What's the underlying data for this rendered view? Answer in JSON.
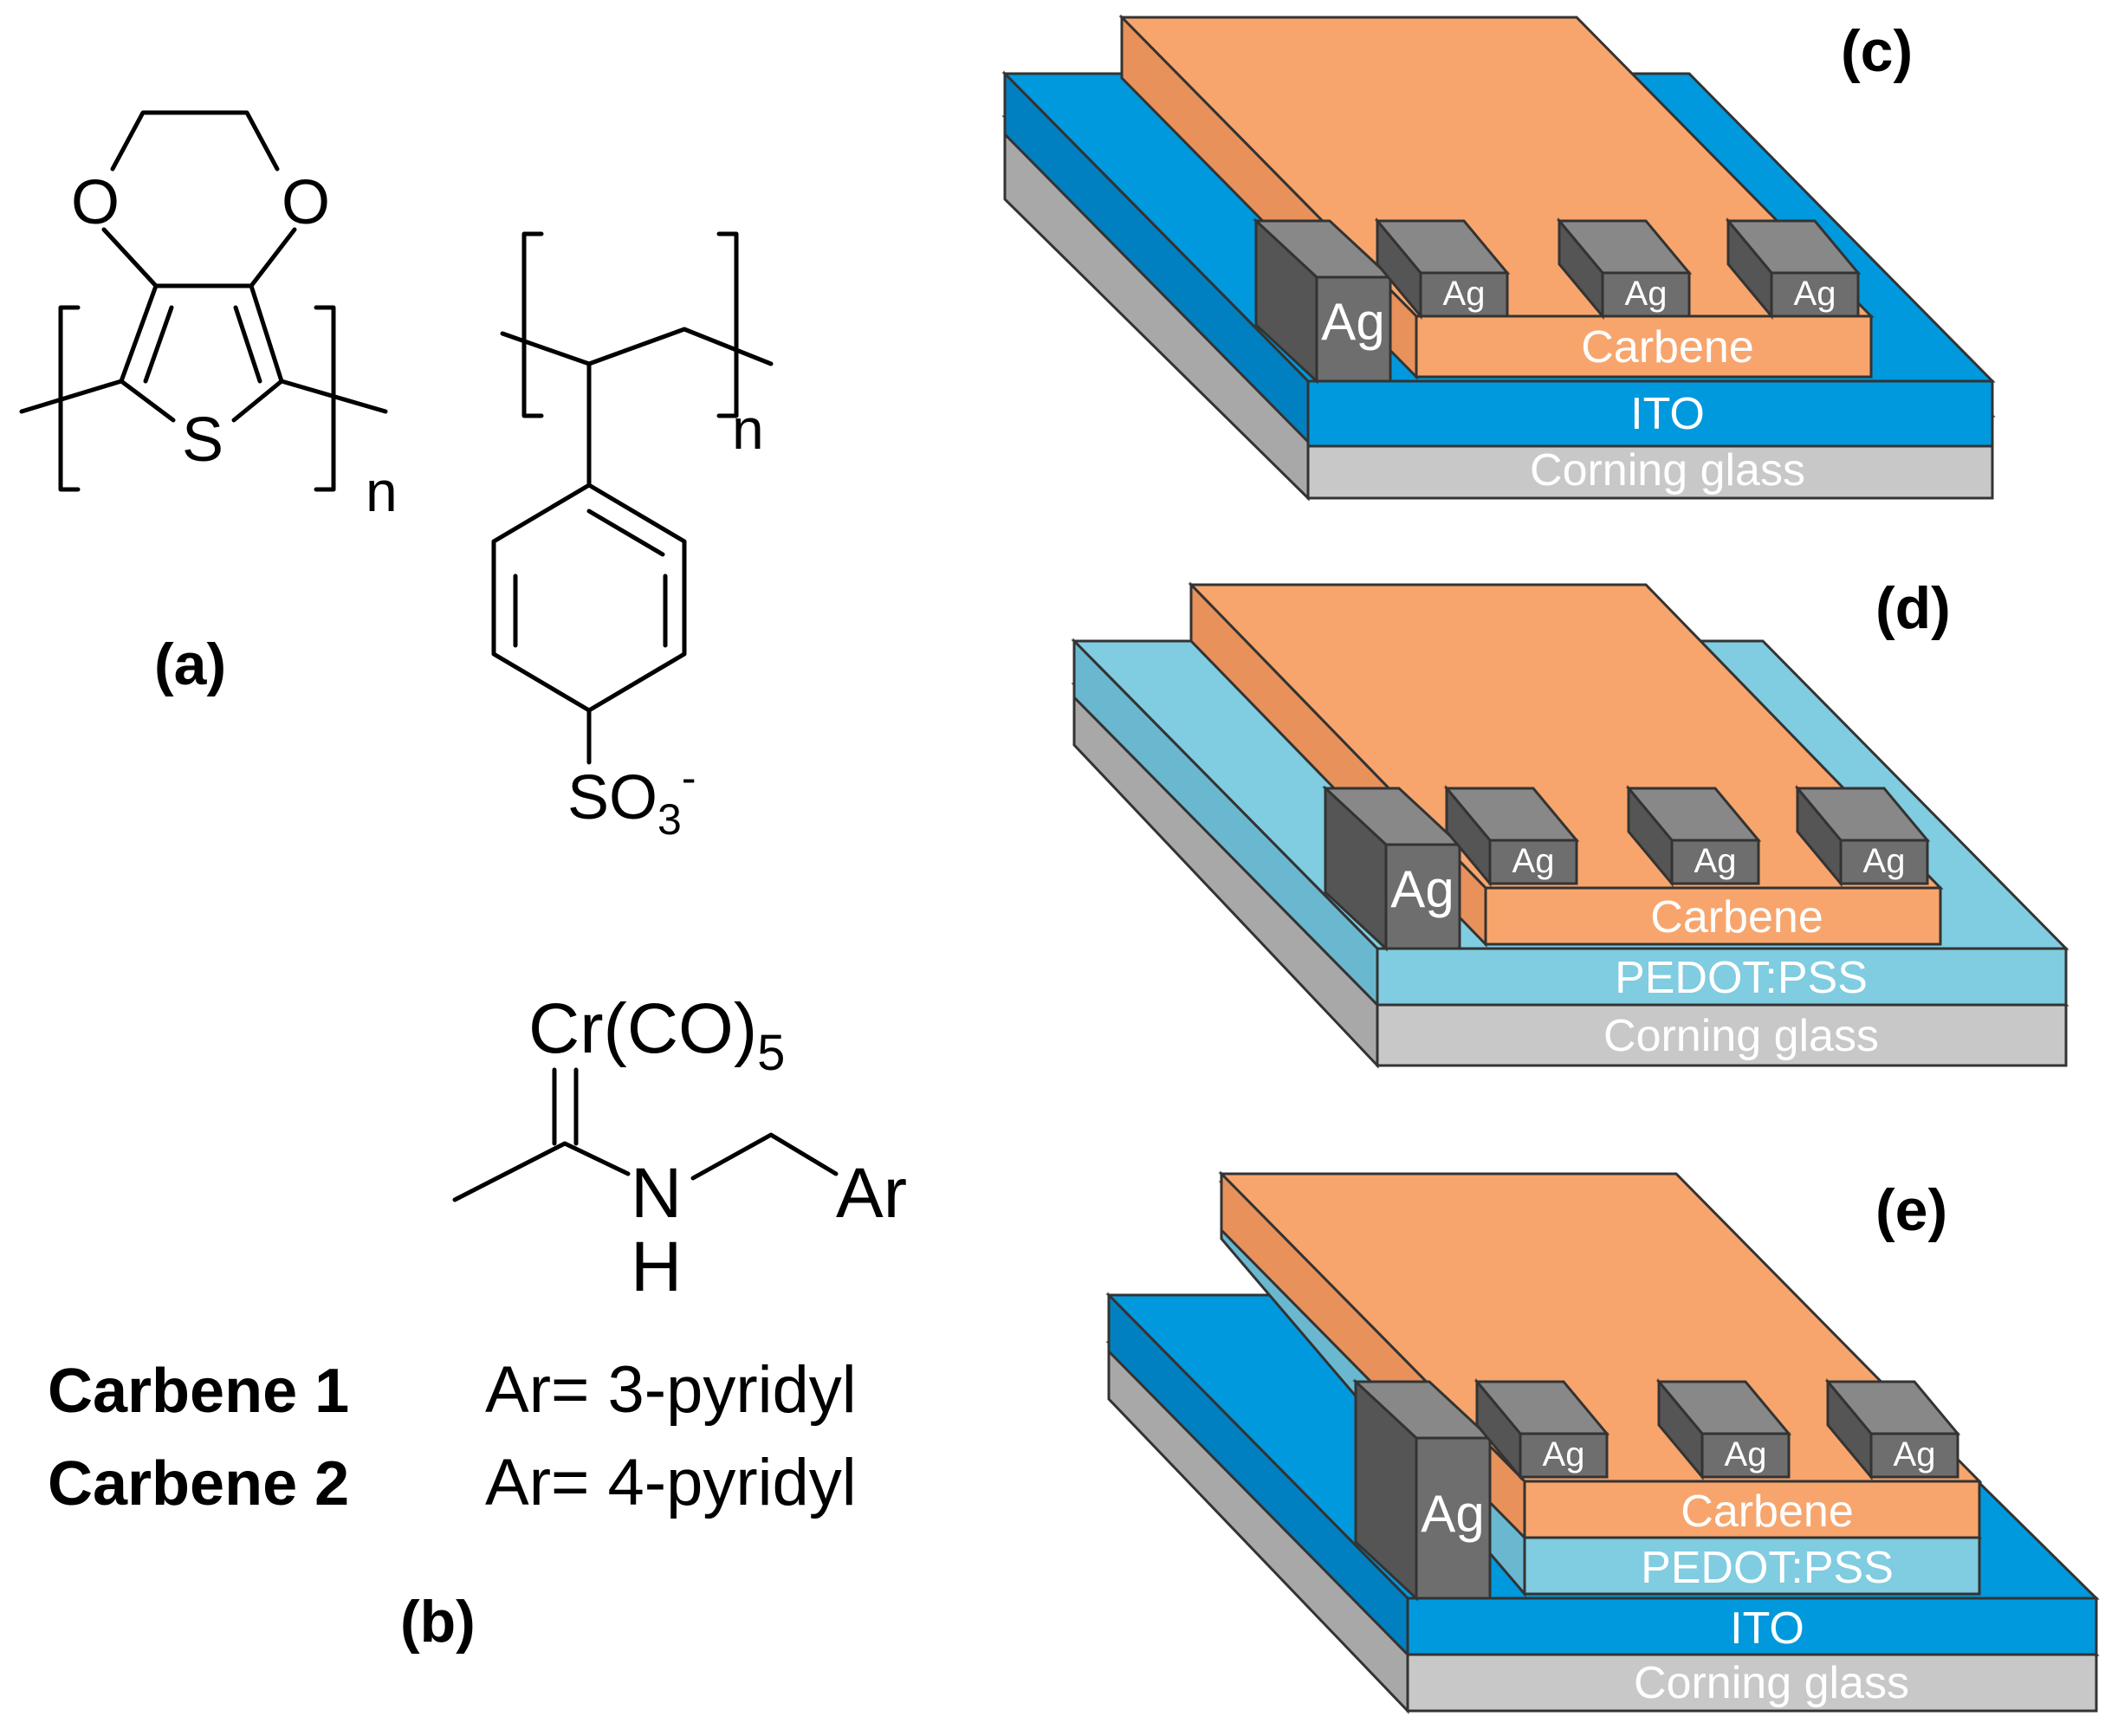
{
  "panel_a": {
    "label": "(a)",
    "pedot": {
      "o_left": "O",
      "o_right": "O",
      "s": "S",
      "n": "n"
    },
    "pss": {
      "n": "n",
      "so3": "SO",
      "so3_sub": "3",
      "so3_sup": "-"
    }
  },
  "panel_b": {
    "label": "(b)",
    "cr": "Cr(CO)",
    "cr_sub": "5",
    "n_atom": "N",
    "h_atom": "H",
    "ar": "Ar",
    "rows": [
      {
        "name": "Carbene 1",
        "ar": "Ar= 3-pyridyl"
      },
      {
        "name": "Carbene 2",
        "ar": "Ar= 4-pyridyl"
      }
    ]
  },
  "devices": {
    "c": {
      "label": "(c)",
      "layers": [
        "Carbene",
        "ITO",
        "Corning glass"
      ],
      "electrode": "Ag"
    },
    "d": {
      "label": "(d)",
      "layers": [
        "Carbene",
        "PEDOT:PSS",
        "Corning glass"
      ],
      "electrode": "Ag"
    },
    "e": {
      "label": "(e)",
      "layers": [
        "Carbene",
        "PEDOT:PSS",
        "ITO",
        "Corning glass"
      ],
      "electrode": "Ag"
    }
  },
  "colors": {
    "carbene": "#f7a56c",
    "carbene_side": "#e8915a",
    "ito": "#0099dd",
    "ito_side": "#0080c0",
    "pedot": "#80cce0",
    "pedot_side": "#6ab8cf",
    "glass": "#c8c8c8",
    "glass_side": "#a8a8a8",
    "silver": "#6e6e6e",
    "silver_side": "#555555",
    "outline": "#333333"
  }
}
